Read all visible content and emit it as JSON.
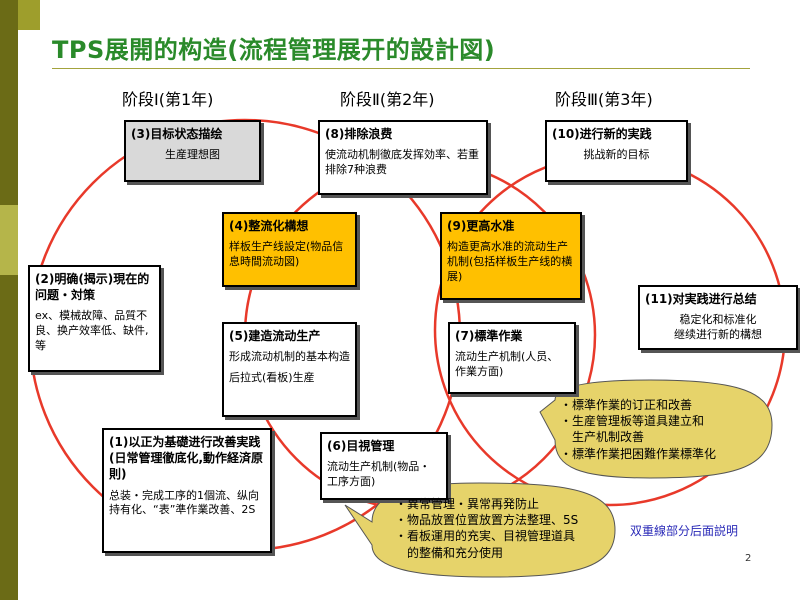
{
  "title": "TPS展開的构造(流程管理展开的設計図)",
  "stages": [
    "阶段Ⅰ(第1年)",
    "阶段Ⅱ(第2年)",
    "阶段Ⅲ(第3年)"
  ],
  "boxes": {
    "b3": {
      "head": "(3)目标状态描绘",
      "body": "生産理想图"
    },
    "b8": {
      "head": "(8)排除浪费",
      "body": "使流动机制徹底发挥効率、若重排除7种浪费"
    },
    "b10": {
      "head": "(10)进行新的実践",
      "body": "挑战新的目标"
    },
    "b4": {
      "head": "(4)整流化構想",
      "body": "样板生产线設定(物品信息時間流动図)"
    },
    "b9": {
      "head": "(9)更高水准",
      "body": "构造更高水准的流动生产机制(包括样板生产线的横展)"
    },
    "b2": {
      "head": "(2)明确(揭示)現在的问题・対策",
      "body": "ex、模械故障、品質不良、换产效率低、缺件,等"
    },
    "b11": {
      "head": "(11)对実践进行总结",
      "body1": "稳定化和标准化",
      "body2": "继续进行新的構想"
    },
    "b5": {
      "head": "(5)建造流动生产",
      "body1": "形成流动机制的基本构造",
      "body2": "后拉式(看板)生産"
    },
    "b7": {
      "head": "(7)標準作業",
      "body": "流动生产机制(人员、作業方面)"
    },
    "b1": {
      "head": "(1)以正为基礎进行改善実践 (日常管理徹底化,動作経済原則)",
      "body": "总装・完成工序的1個流、纵向持有化、“表”準作業改善、2S"
    },
    "b6": {
      "head": "(6)目視管理",
      "body": "流动生产机制(物品・工序方面)"
    }
  },
  "bubble_right": [
    "・標準作業的订正和改善",
    "・生産管理板等道具建立和",
    "　生产机制改善",
    "・標準作業把困難作業標準化"
  ],
  "bubble_bottom": [
    "・異常管理・異常再発防止",
    "・物品放置位置放置方法整理、5S",
    "・看板運用的充実、目視管理道具",
    "　的整備和充分使用"
  ],
  "note": "双重線部分后面説明",
  "page_number": "2",
  "colors": {
    "circle": "#e8392a",
    "yellow": "#ffc000",
    "bubble": "#e6d36a",
    "title": "#2a8a2a"
  }
}
